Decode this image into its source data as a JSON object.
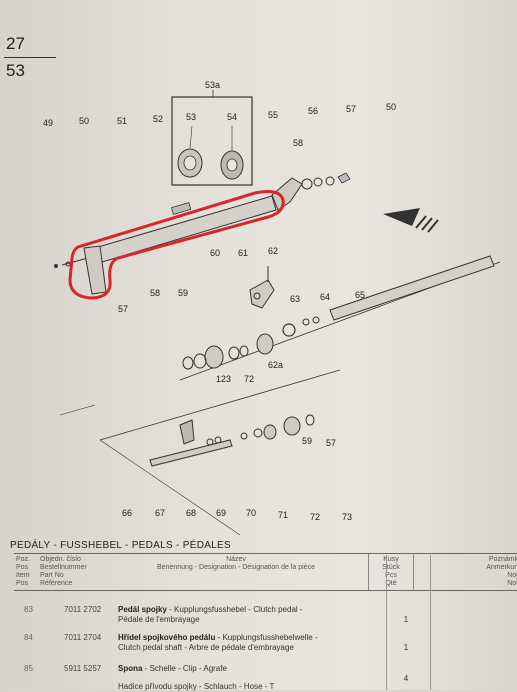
{
  "page_number": {
    "top": "27",
    "bottom": "53"
  },
  "callouts": {
    "c53a": "53a",
    "c53": "53",
    "c54": "54",
    "c49": "49",
    "c50a": "50",
    "c51": "51",
    "c52": "52",
    "c55": "55",
    "c56": "56",
    "c57a": "57",
    "c50b": "50",
    "c58a": "58",
    "c60": "60",
    "c61": "61",
    "c62": "62",
    "c62a": "62a",
    "c63": "63",
    "c64": "64",
    "c65": "65",
    "c57b": "57",
    "c58b": "58",
    "c59a": "59",
    "c123": "123",
    "c72a": "72",
    "c59b": "59",
    "c57c": "57",
    "c66": "66",
    "c67": "67",
    "c68": "68",
    "c69": "69",
    "c70": "70",
    "c71": "71",
    "c72b": "72",
    "c73": "73"
  },
  "section_title": "PEDÁLY - FUSSHEBEL - PEDALS - PÉDALES",
  "table_header": {
    "pos": [
      "Poz.",
      "Pos",
      "Item",
      "Pos"
    ],
    "number": [
      "Objedn. číslo",
      "Bestellnummer",
      "Part No",
      "Référence"
    ],
    "name": [
      "Název",
      "Benennung - Designation - Désignation de la pièce"
    ],
    "qty": [
      "Kusy",
      "Stück",
      "Pcs",
      "Qté"
    ],
    "note": [
      "Poznámka",
      "Anmerkung",
      "Note",
      "Note"
    ]
  },
  "rows": [
    {
      "pos": "83",
      "number": "7011 2702",
      "name_bold": "Pedál spojky",
      "name_rest": " - Kupplungsfusshebel - Clutch pedal -",
      "name_line2": "Pédale de l'embrayage",
      "qty": "1"
    },
    {
      "pos": "84",
      "number": "7011 2704",
      "name_bold": "Hřídel spojkového pedálu",
      "name_rest": " - Kupplungsfusshebelwelle -",
      "name_line2": "Clutch pedal shaft - Arbre de pédale d'embrayage",
      "qty": "1"
    },
    {
      "pos": "85",
      "number": "5911 5257",
      "name_bold": "Spona",
      "name_rest": " - Schelle - Clip - Agrafe",
      "name_line2": "",
      "qty": "4"
    },
    {
      "pos": "",
      "number": "",
      "name_bold": "",
      "name_rest": "Hadice přívodu spojky - Schlauch - Hose - T",
      "name_line2": "",
      "qty": ""
    }
  ],
  "colors": {
    "highlight": "#d8262b",
    "ink": "#2a2a2a",
    "paper": "#e6e3dc"
  }
}
